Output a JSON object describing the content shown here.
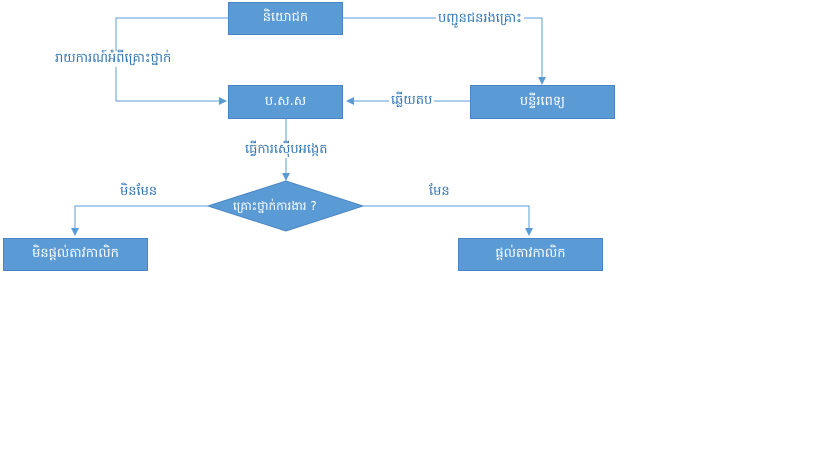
{
  "nodes": {
    "employer": "និយោជក",
    "nssf": "ប.ស.ស",
    "doctor": "បន្ទីរពេទ្យ",
    "decision": "គ្រោះថ្នាក់ការងារ ?",
    "no_benefit": "មិនផ្តល់តាវកាលិក",
    "benefit": "ផ្តល់តាវកាលិក"
  },
  "edges": {
    "send_injured": "បញ្ជូនជនរងគ្រោះ",
    "report_accident": "រាយការណ៍អំពីគ្រោះថ្នាក់",
    "reply": "ឆ្លើយតប",
    "investigate": "ធ្វើការស៊ើបអង្កេត",
    "no": "មិនមែន",
    "yes": "មែន"
  },
  "colors": {
    "box_fill": "#5b9bd5",
    "box_border": "#4a86c5",
    "arrow": "#5b9bd5",
    "label_text": "#2e75b6"
  }
}
